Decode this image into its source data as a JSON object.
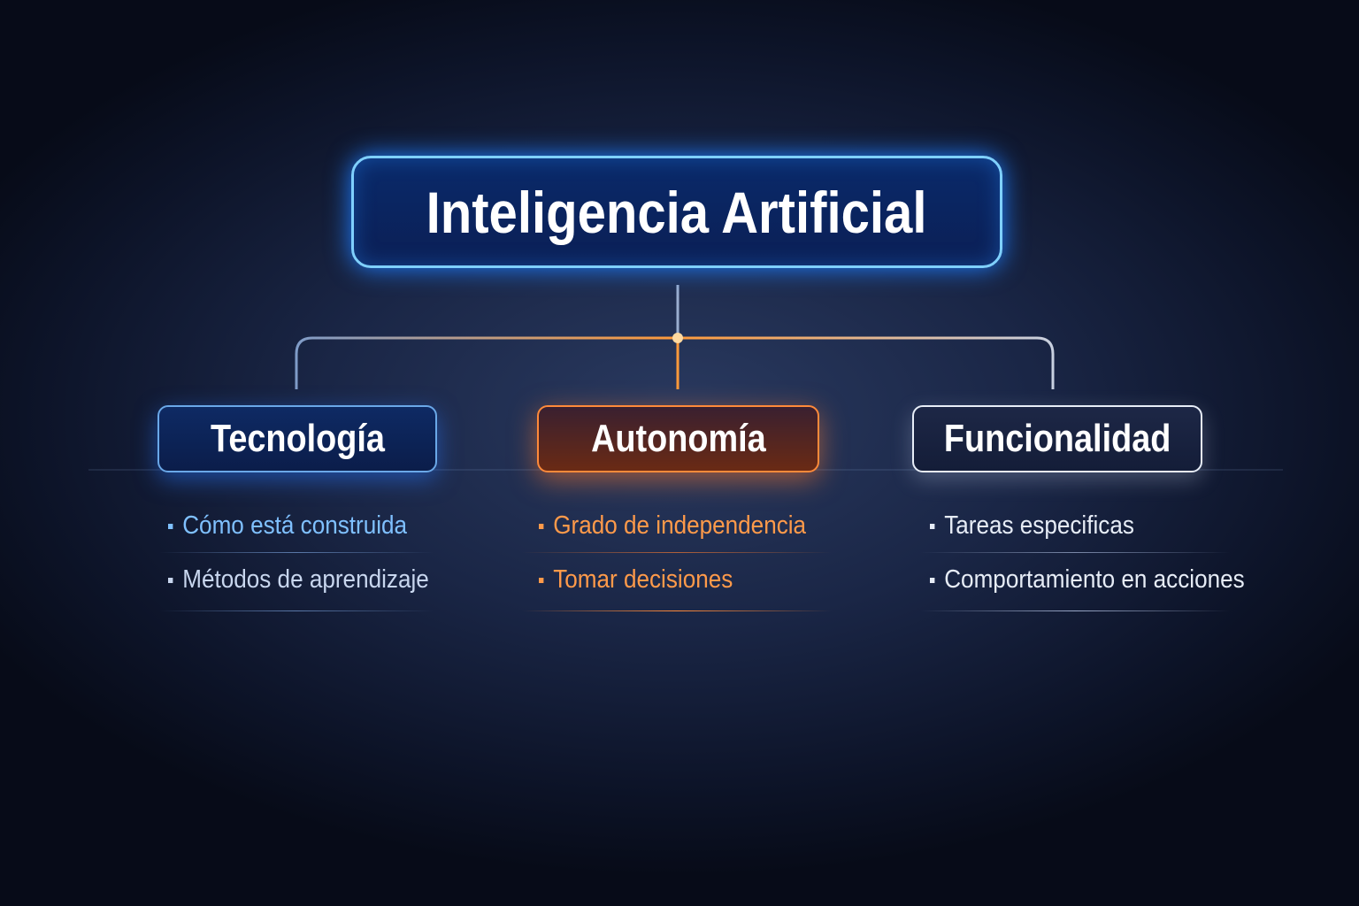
{
  "title": "Inteligencia Artificial",
  "branches": [
    {
      "label": "Tecnología",
      "items": [
        "Cómo está construida",
        "Métodos de aprendizaje"
      ],
      "color": "#7fc0ff"
    },
    {
      "label": "Autonomía",
      "items": [
        "Grado de independencia",
        "Tomar decisiones"
      ],
      "color": "#ff9a4a"
    },
    {
      "label": "Funcionalidad",
      "items": [
        "Tareas especificas",
        "Comportamiento en acciones"
      ],
      "color": "#e6ecf6"
    }
  ]
}
